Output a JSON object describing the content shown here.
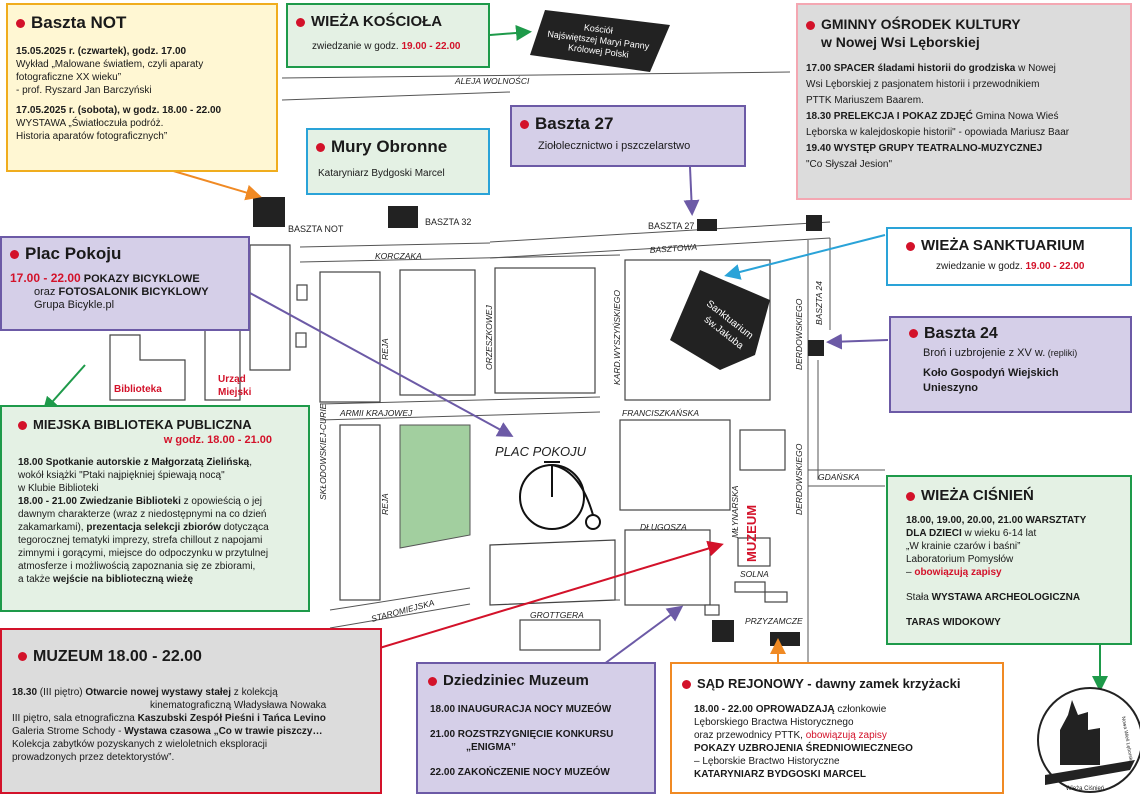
{
  "streets": {
    "aleja_wolnosci": "ALEJA WOLNOŚCI",
    "korczaka": "KORCZAKA",
    "basztowa": "BASZTOWA",
    "reja_top": "REJA",
    "reja_bottom": "REJA",
    "orzeszkowej": "ORZESZKOWEJ",
    "kard_wyszynskiego": "KARD.WYSZYŃSKIEGO",
    "derdowskiego_top": "DERDOWSKIEGO",
    "derdowskiego_bottom": "DERDOWSKIEGO",
    "baszta24_street": "BASZTA 24",
    "armii_krajowej": "ARMII KRAJOWEJ",
    "franciszkanska": "FRANCISZKAŃSKA",
    "sklodowskiej": "SKŁODOWSKIEJ-CURIE",
    "mlynarska": "MŁYNARSKA",
    "gdanska": "GDAŃSKA",
    "dlugosza": "DŁUGOSZA",
    "solna": "SOLNA",
    "staromiejska": "STAROMIEJSKA",
    "grottgera": "GROTTGERA",
    "przyzamcze": "PRZYZAMCZE"
  },
  "map_labels": {
    "baszta_not": "BASZTA NOT",
    "baszta_32": "BASZTA 32",
    "baszta_27": "BASZTA 27",
    "biblioteka": "Biblioteka",
    "urzad_1": "Urząd",
    "urzad_2": "Miejski",
    "plac_pokoju": "PLAC POKOJU",
    "muzeum": "MUZEUM",
    "kosciol_1": "Kościół",
    "kosciol_2": "Najświętszej Maryi Panny",
    "kosciol_3": "Królowej Polski",
    "sanktuarium_1": "Sanktuarium",
    "sanktuarium_2": "św.Jakuba",
    "tower_caption": "Wieża Ciśnień",
    "tower_caption_2": "Nowa Wieś Lęborska"
  },
  "boxes": {
    "baszta_not": {
      "title": "Baszta NOT",
      "l1": "15.05.2025 r. (czwartek), godz. 17.00",
      "l2": "Wykład „Malowane światłem, czyli aparaty",
      "l3": "fotograficzne XX wieku”",
      "l4": "- prof. Ryszard Jan Barczyński",
      "l5": "17.05.2025 r. (sobota), w godz. 18.00 - 22.00",
      "l6": "WYSTAWA „Światłoczuła podróż.",
      "l7": "Historia aparatów fotograficznych”"
    },
    "wieza_kosciola": {
      "title": "WIEŻA KOŚCIOŁA",
      "hours_prefix": "zwiedzanie w godz.",
      "hours": "19.00 - 22.00"
    },
    "gok": {
      "title_1": "GMINNY OŚRODEK KULTURY",
      "title_2": "w Nowej Wsi Lęborskiej",
      "l1a": "17.00 SPACER śladami historii do grodziska",
      "l1b": " w Nowej",
      "l2": "Wsi Lęborskiej z pasjonatem historii i przewodnikiem",
      "l3": "PTTK Mariuszem Baarem.",
      "l4a": "18.30 PRELEKCJA I POKAZ ZDJĘĆ",
      "l4b": " Gmina Nowa Wieś",
      "l5": "Lęborska w kalejdoskopie historii\" - opowiada Mariusz Baar",
      "l6": "19.40 WYSTĘP GRUPY TEATRALNO-MUZYCZNEJ",
      "l7": "\"Co Słyszał Jesion\""
    },
    "baszta_27": {
      "title": "Baszta 27",
      "l1": "Ziołolecznictwo i pszczelarstwo"
    },
    "mury": {
      "title": "Mury Obronne",
      "l1": "Kataryniarz Bydgoski Marcel"
    },
    "plac_pokoju": {
      "title": "Plac Pokoju",
      "hours": "17.00 - 22.00",
      "l1": " POKAZY BICYKLOWE",
      "l2a": "oraz ",
      "l2b": "FOTOSALONIK BICYKLOWY",
      "l3": "Grupa Bicykle.pl"
    },
    "wieza_sanktuarium": {
      "title": "WIEŻA SANKTUARIUM",
      "hours_prefix": "zwiedzanie w godz.",
      "hours": "19.00 - 22.00"
    },
    "baszta_24": {
      "title": "Baszta 24",
      "l1": "Broń i uzbrojenie z XV w.",
      "l1b": " (repliki)",
      "l2": "Koło Gospodyń Wiejskich",
      "l3": "Unieszyno"
    },
    "biblioteka": {
      "title": "MIEJSKA BIBLIOTEKA PUBLICZNA",
      "hours": "w godz. 18.00 - 21.00",
      "l1a": "18.00 Spotkanie autorskie z Małgorzatą Zielińską",
      "l1b": ",",
      "l2": "wokół książki \"Ptaki najpiękniej śpiewają nocą\"",
      "l3": "w Klubie Biblioteki",
      "l4a": "18.00 - 21.00 Zwiedzanie Biblioteki",
      "l4b": " z opowieścią o jej",
      "l5": "dawnym charakterze (wraz z niedostępnymi na co dzień",
      "l6a": "zakamarkami), ",
      "l6b": "prezentacja selekcji zbiorów",
      "l6c": " dotycząca",
      "l7": "tegorocznej tematyki imprezy, strefa chillout z napojami",
      "l8": "zimnymi i gorącymi, miejsce do odpoczynku w przytulnej",
      "l9": "atmosferze i możliwością zapoznania się ze zbiorami,",
      "l10a": "a także ",
      "l10b": "wejście na biblioteczną wieżę"
    },
    "wieza_cisnien": {
      "title": "WIEŻA CIŚNIEŃ",
      "l1": "18.00, 19.00, 20.00, 21.00 WARSZTATY",
      "l2a": "DLA DZIECI",
      "l2b": " w wieku 6-14 lat",
      "l3": "„W krainie czarów i baśni”",
      "l4": "Laboratorium Pomysłów",
      "l5a": "– ",
      "l5b": "obowiązują zapisy",
      "l6a": "Stała ",
      "l6b": "WYSTAWA ARCHEOLOGICZNA",
      "l7": "TARAS WIDOKOWY"
    },
    "muzeum": {
      "title": "MUZEUM 18.00 - 22.00",
      "l1a": "18.30",
      "l1b": " (III piętro) ",
      "l1c": "Otwarcie nowej wystawy stałej",
      "l1d": " z kolekcją",
      "l2": "kinematograficzną Władysława Nowaka",
      "l3a": "III piętro, sala etnograficzna ",
      "l3b": "Kaszubski Zespół Pieśni i Tańca Levino",
      "l4a": "Galeria Strome Schody - ",
      "l4b": "Wystawa czasowa „Co w trawie piszczy…",
      "l5": "Kolekcja zabytków pozyskanych z wieloletnich eksploracji",
      "l6": "prowadzonych przez detektorystów”."
    },
    "dziedziniec": {
      "title": "Dziedziniec Muzeum",
      "l1": "18.00 INAUGURACJA NOCY MUZEÓW",
      "l2": "21.00 ROZSTRZYGNIĘCIE KONKURSU",
      "l3": "„ENIGMA”",
      "l4": "22.00 ZAKOŃCZENIE NOCY MUZEÓW"
    },
    "sad": {
      "title": "SĄD REJONOWY - dawny zamek krzyżacki",
      "l1a": "18.00 - 22.00 OPROWADZAJĄ",
      "l1b": " członkowie",
      "l2": "Lęborskiego Bractwa Historycznego",
      "l3a": "oraz przewodnicy PTTK, ",
      "l3b": "obowiązują zapisy",
      "l4": "POKAZY UZBROJENIA ŚREDNIOWIECZNEGO",
      "l5": "– Lęborskie Bractwo Historyczne",
      "l6": "KATARYNIARZ BYDGOSKI MARCEL"
    }
  },
  "colors": {
    "accent_red": "#d3122a",
    "yellow_fill": "#fff7d3",
    "yellow_border": "#f0ad1e",
    "green_border": "#1e9a4a",
    "green_fill": "#e4f1e4",
    "purple_border": "#6c5aa6",
    "purple_fill": "#d5cfe8",
    "blue_border": "#2aa3d8",
    "gray_fill": "#dcdcdc",
    "pink_border": "#f4a7b2",
    "red_border": "#d3122a",
    "orange_border": "#f08a24"
  }
}
